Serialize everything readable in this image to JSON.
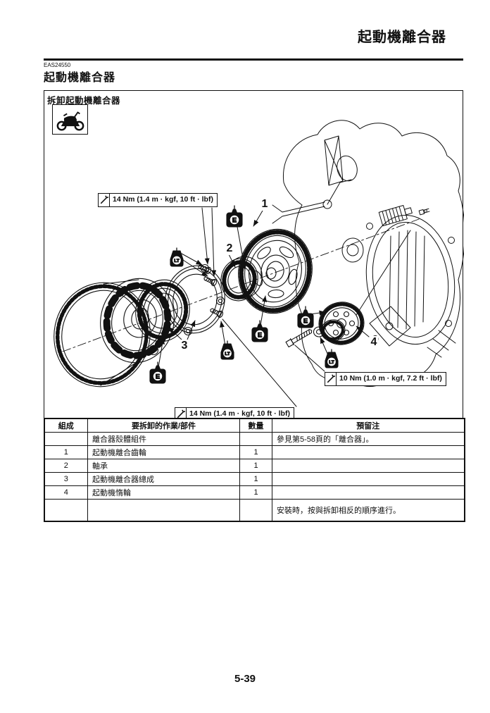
{
  "header": {
    "title": "起動機離合器"
  },
  "section": {
    "code": "EAS24550",
    "title": "起動機離合器"
  },
  "figure": {
    "title": "拆卸起動機離合器",
    "torques": [
      {
        "text": "14 Nm (1.4 m · kgf, 10 ft · lbf)"
      },
      {
        "text": "10 Nm (1.0 m · kgf, 7.2 ft · lbf)"
      },
      {
        "text": "14 Nm (1.4 m · kgf, 10 ft · lbf)"
      }
    ],
    "callouts": [
      "1",
      "2",
      "3",
      "4"
    ],
    "symbols": {
      "engine_oil": "E",
      "threadlocker": "LT"
    }
  },
  "table": {
    "headers": [
      "組成",
      "要拆卸的作業/部件",
      "數量",
      "預留注"
    ],
    "rows": [
      {
        "order": "",
        "job": "離合器殼體組件",
        "qty": "",
        "remarks": "參見第5-58頁的「離合器」。"
      },
      {
        "order": "1",
        "job": "起動機離合齒輪",
        "qty": "1",
        "remarks": ""
      },
      {
        "order": "2",
        "job": "軸承",
        "qty": "1",
        "remarks": ""
      },
      {
        "order": "3",
        "job": "起動機離合器總成",
        "qty": "1",
        "remarks": ""
      },
      {
        "order": "4",
        "job": "起動機惰輪",
        "qty": "1",
        "remarks": ""
      },
      {
        "order": "",
        "job": "",
        "qty": "",
        "remarks": "安裝時，按與拆卸相反的順序進行。"
      }
    ]
  },
  "footer": {
    "page_number": "5-39"
  }
}
